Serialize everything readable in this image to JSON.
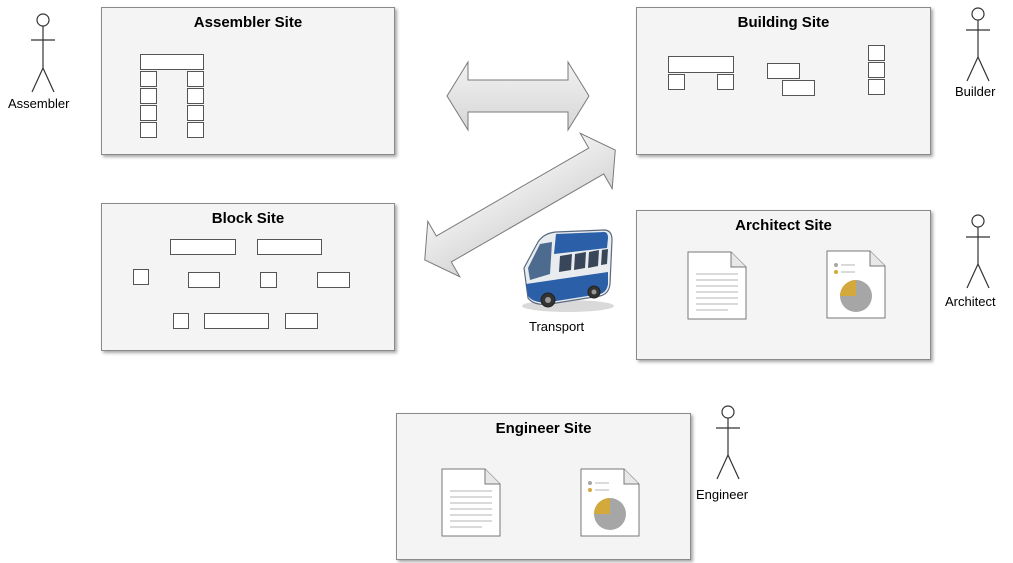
{
  "sites": {
    "assembler": "Assembler Site",
    "building": "Building Site",
    "block": "Block Site",
    "architect": "Architect Site",
    "engineer": "Engineer Site"
  },
  "actors": {
    "assembler": "Assembler",
    "builder": "Builder",
    "architect": "Architect",
    "engineer": "Engineer"
  },
  "transport_label": "Transport",
  "colors": {
    "box_fill": "#f4f4f4",
    "box_border": "#8a8a8a",
    "arrow_fill": "#e4e4e4",
    "chart_gold": "#d4a93c",
    "chart_gray": "#a6a6a6",
    "bus_blue": "#2b5fa8"
  }
}
